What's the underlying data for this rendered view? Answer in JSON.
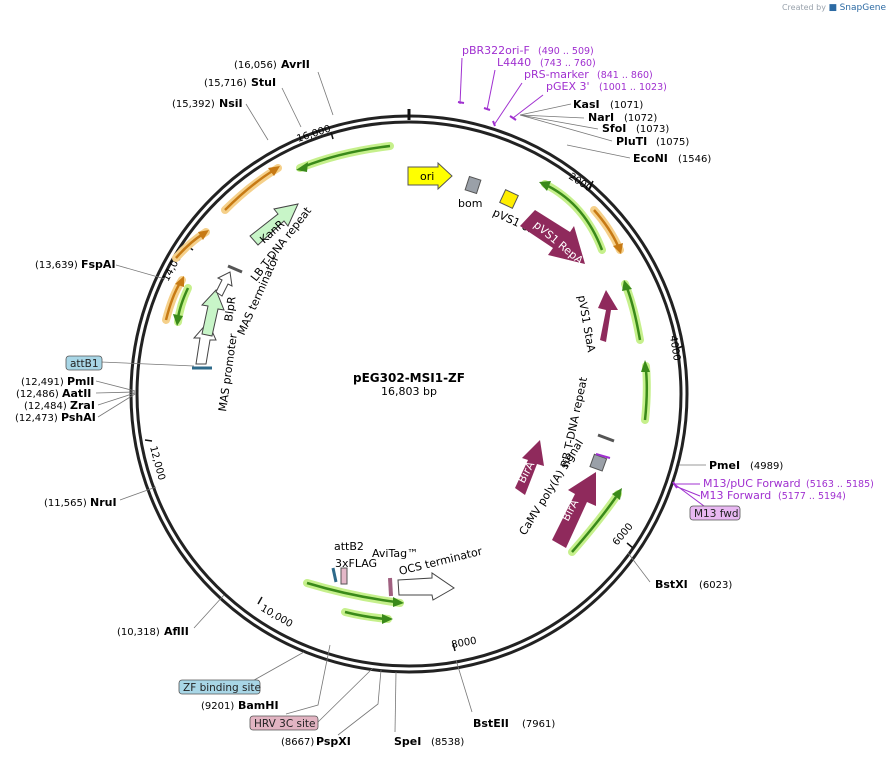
{
  "branding": {
    "created_by": "Created by",
    "app": "SnapGene"
  },
  "plasmid": {
    "name": "pEG302-MSI1-ZF",
    "size_label": "16,803 bp"
  },
  "ticks": [
    {
      "label": "2000"
    },
    {
      "label": "4000"
    },
    {
      "label": "6000"
    },
    {
      "label": "8000"
    },
    {
      "label": "10,000"
    },
    {
      "label": "12,000"
    },
    {
      "label": "14,000"
    },
    {
      "label": "16,000"
    }
  ],
  "enzymes": [
    {
      "name": "KasI",
      "pos": "(1071)"
    },
    {
      "name": "NarI",
      "pos": "(1072)"
    },
    {
      "name": "SfoI",
      "pos": "(1073)"
    },
    {
      "name": "PluTI",
      "pos": "(1075)"
    },
    {
      "name": "EcoNI",
      "pos": "(1546)"
    },
    {
      "name": "PmeI",
      "pos": "(4989)"
    },
    {
      "name": "BstXI",
      "pos": "(6023)"
    },
    {
      "name": "BstEII",
      "pos": "(7961)"
    },
    {
      "name": "SpeI",
      "pos": "(8538)"
    },
    {
      "name": "PspXI",
      "pos": "(8667)"
    },
    {
      "name": "BamHI",
      "pos": "(9201)"
    },
    {
      "name": "AflII",
      "pos": "(10,318)"
    },
    {
      "name": "NruI",
      "pos": "(11,565)"
    },
    {
      "name": "PshAI",
      "pos": "(12,473)"
    },
    {
      "name": "ZraI",
      "pos": "(12,484)"
    },
    {
      "name": "AatII",
      "pos": "(12,486)"
    },
    {
      "name": "PmlI",
      "pos": "(12,491)"
    },
    {
      "name": "FspAI",
      "pos": "(13,639)"
    },
    {
      "name": "NsiI",
      "pos": "(15,392)"
    },
    {
      "name": "StuI",
      "pos": "(15,716)"
    },
    {
      "name": "AvrII",
      "pos": "(16,056)"
    }
  ],
  "primers": [
    {
      "name": "pBR322ori-F",
      "pos": "(490 .. 509)"
    },
    {
      "name": "L4440",
      "pos": "(743 .. 760)"
    },
    {
      "name": "pRS-marker",
      "pos": "(841 .. 860)"
    },
    {
      "name": "pGEX 3'",
      "pos": "(1001 .. 1023)"
    },
    {
      "name": "M13/pUC Forward",
      "pos": "(5163 .. 5185)"
    },
    {
      "name": "M13 Forward",
      "pos": "(5177 .. 5194)"
    }
  ],
  "tags": [
    {
      "label": "attB1"
    },
    {
      "label": "M13 fwd"
    },
    {
      "label": "ZF binding site"
    },
    {
      "label": "HRV 3C site"
    }
  ],
  "features": [
    {
      "label": "ori"
    },
    {
      "label": "bom"
    },
    {
      "label": "pVS1 oriV"
    },
    {
      "label": "pVS1 RepA"
    },
    {
      "label": "pVS1 StaA"
    },
    {
      "label": "RB T-DNA repeat"
    },
    {
      "label": "CaMV poly(A) signal"
    },
    {
      "label": "BirA"
    },
    {
      "label": "BirA"
    },
    {
      "label": "attB2"
    },
    {
      "label": "3xFLAG"
    },
    {
      "label": "AviTag™"
    },
    {
      "label": "OCS terminator"
    },
    {
      "label": "MAS promoter"
    },
    {
      "label": "BlpR"
    },
    {
      "label": "MAS terminator"
    },
    {
      "label": "LB T-DNA repeat"
    },
    {
      "label": "KanR"
    }
  ],
  "colors": {
    "backbone": "#222222",
    "orf_arrow": "#3a8a1a",
    "orf_glow": "#c6f08c",
    "orange_arrow": "#c77a14",
    "orange_glow": "#f5d08a",
    "primer": "#a030d0",
    "repA": "#8f2a5c",
    "kanR": "#c8f5c8",
    "ori": "#ffff00"
  }
}
